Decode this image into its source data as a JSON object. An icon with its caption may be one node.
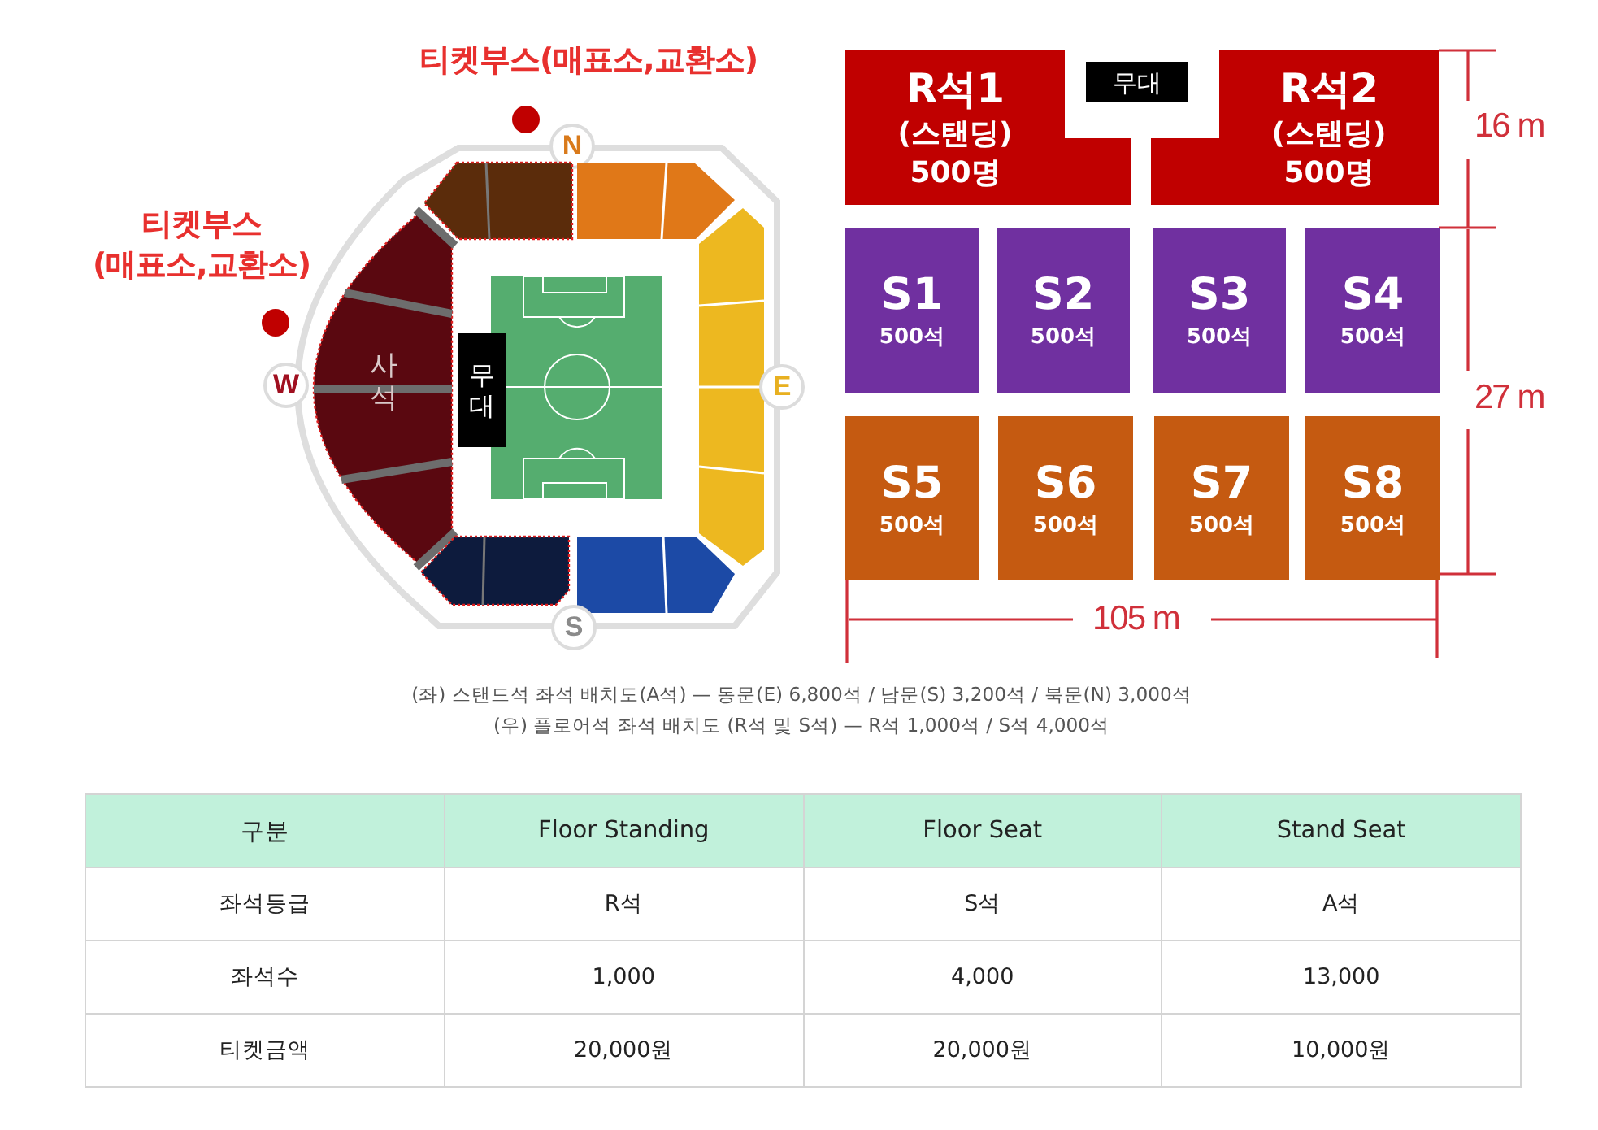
{
  "diagram": {
    "nodes": [
      {
        "text": [
          "N"
        ]
      },
      {
        "text": [],
        "shape": "box"
      },
      {
        "text": [],
        "shape": "box"
      },
      {
        "text": [
          "W"
        ]
      },
      {
        "text": [
          "사석"
        ]
      },
      {
        "text": [
          "무대"
        ]
      },
      {
        "text": [],
        "shape": "box"
      },
      {
        "text": [
          "E"
        ]
      },
      {
        "text": [],
        "shape": "box"
      },
      {
        "text": [],
        "shape": "box"
      },
      {
        "text": [
          "S"
        ]
      },
      {
        "text": [
          "R석1",
          "(스탠딩)",
          "500명"
        ]
      },
      {
        "text": [
          "무대"
        ]
      },
      {
        "text": [
          "R석2",
          "(스탠딩)",
          "500명"
        ]
      },
      {
        "text": [
          "S1",
          "500석"
        ]
      },
      {
        "text": [
          "S2",
          "500석"
        ]
      },
      {
        "text": [
          "S3",
          "500석"
        ]
      },
      {
        "text": [
          "S4",
          "500석"
        ]
      },
      {
        "text": [
          "S5",
          "500석"
        ]
      },
      {
        "text": [
          "S6",
          "500석"
        ]
      },
      {
        "text": [
          "S7",
          "500석"
        ]
      },
      {
        "text": [
          "S8",
          "500석"
        ]
      }
    ],
    "labels": [
      "티켓부스(매표소,교환소)",
      "티켓부스 (매표소,교환소)",
      "16 m",
      "27 m",
      "105 m",
      "(좌) 스탠드석 좌석 배치도(A석) — 동문(E) 6,800석 / 남문(S) 3,200석 / 북문(N) 3,000석",
      "(우) 플로어석 좌석 배치도 (R석 및 S석) — R석 1,000석 / S석 4,000석",
      "구분",
      "Floor Standing",
      "Floor Seat",
      "Stand Seat",
      "좌석등급",
      "R석",
      "S석",
      "A석",
      "좌석수",
      "1,000",
      "4,000",
      "13,000",
      "티켓금액",
      "20,000원",
      "20,000원",
      "10,000원"
    ]
  }
}
